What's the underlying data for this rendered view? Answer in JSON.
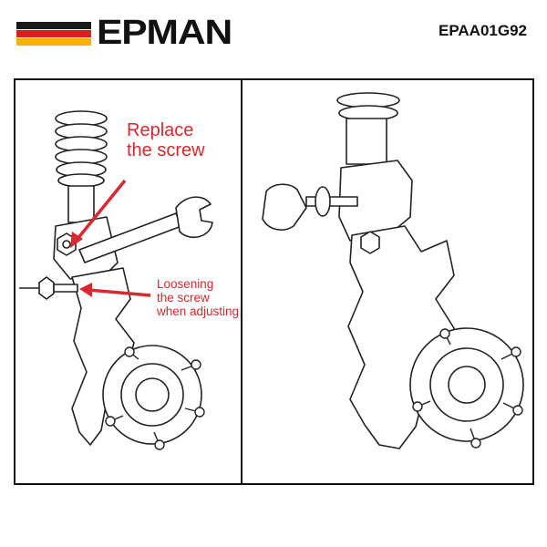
{
  "brand": {
    "name": "EPMAN",
    "stripe_colors": [
      "#1a1a1a",
      "#d92020",
      "#f2b400"
    ],
    "text_color": "#111111"
  },
  "product_code": "EPAA01G92",
  "left_panel": {
    "annotation_replace": {
      "line1": "Replace",
      "line2": "the screw"
    },
    "annotation_loosen": {
      "line1": "Loosening",
      "line2": "the screw",
      "line3": "when adjusting"
    },
    "annotation_color": "#d9282f"
  },
  "right_panel": {}
}
